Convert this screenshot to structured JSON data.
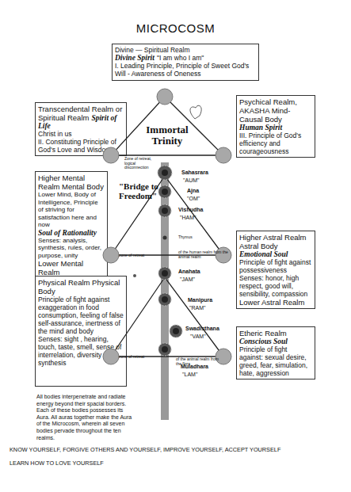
{
  "diagram": {
    "title": "MICROCOSM",
    "nodes": [
      {
        "text": [
          "Divine — Spiritual Realm",
          "Divine Spirit",
          "\"I am who I am\"",
          "I. Leading Principle, Principle of Sweet God's Will - Awareness of Oneness"
        ]
      },
      {
        "text": [
          "Transcendental Realm or Spiritual Realm",
          "Spirit of Life",
          "Christ in us",
          "II. Constituting Principle of God's Love and Wisdom"
        ]
      },
      {
        "text": [
          "Psychical Realm, AKASHA Mind-Causal Body",
          "Human Spirit",
          "III. Principle of God's efficiency and courageousness"
        ]
      },
      {
        "text": [
          "Higher Mental Realm Mental Body",
          "Lower Mind, Body of Intelligence, Principle of striving for satisfaction here and now",
          "Soul of Rationality",
          "Senses: analysis, synthesis, rules, order, purpose, unity",
          "Lower Mental Realm"
        ]
      },
      {
        "text": [
          "Higher Astral Realm Astral Body",
          "Emotional Soul",
          "Principle of fight against possessiveness",
          "Senses: honor, high respect, good will, sensibility, compassion",
          "Lower Astral Realm"
        ]
      },
      {
        "text": [
          "Physical Realm Physical Body",
          "Principle of fight against exaggeration in food consumption, feeling of false self-assurance, inertness of the mind and body",
          "Senses: sight , hearing, touch, taste, smell, sense of interrelation, diversity synthesis"
        ]
      },
      {
        "text": [
          "Etheric Realm",
          "Conscious Soul",
          "Principle of fight against: sexual desire, greed, fear, simulation, hate, aggression"
        ]
      }
    ],
    "labels": [
      "Immortal Trinity",
      "\"Bridge to Freedom\"",
      "Zone of retreat, logical disconnection",
      "Sahasrara",
      "\"AUM\"",
      "Ajna",
      "\"OM\"",
      "Vishudha",
      "\"HAM\"",
      "Thymus",
      "zone of retreat",
      "of the human realm from the animal realm",
      "Anahata",
      "\"JAM\"",
      "Manipura",
      "\"RAM\"",
      "Swadisthana",
      "\"VAM\"",
      "zone of retreat",
      "of the animal realm from the flora",
      "Muladhara",
      "\"LAM\"",
      "All bodies interpenetrate and radiate energy beyond their spacial borders. Each of these bodies possesses its Aura. All auras together make the Aura of the Microcosm, wherein all seven bodies pervade throughout the ten realms.",
      "KNOW YOURSELF, FORGIVE OTHERS AND YOURSELF, IMPROVE YOURSELF, ACCEPT YOURSELF",
      "LEARN HOW TO LOVE YOURSELF"
    ]
  }
}
